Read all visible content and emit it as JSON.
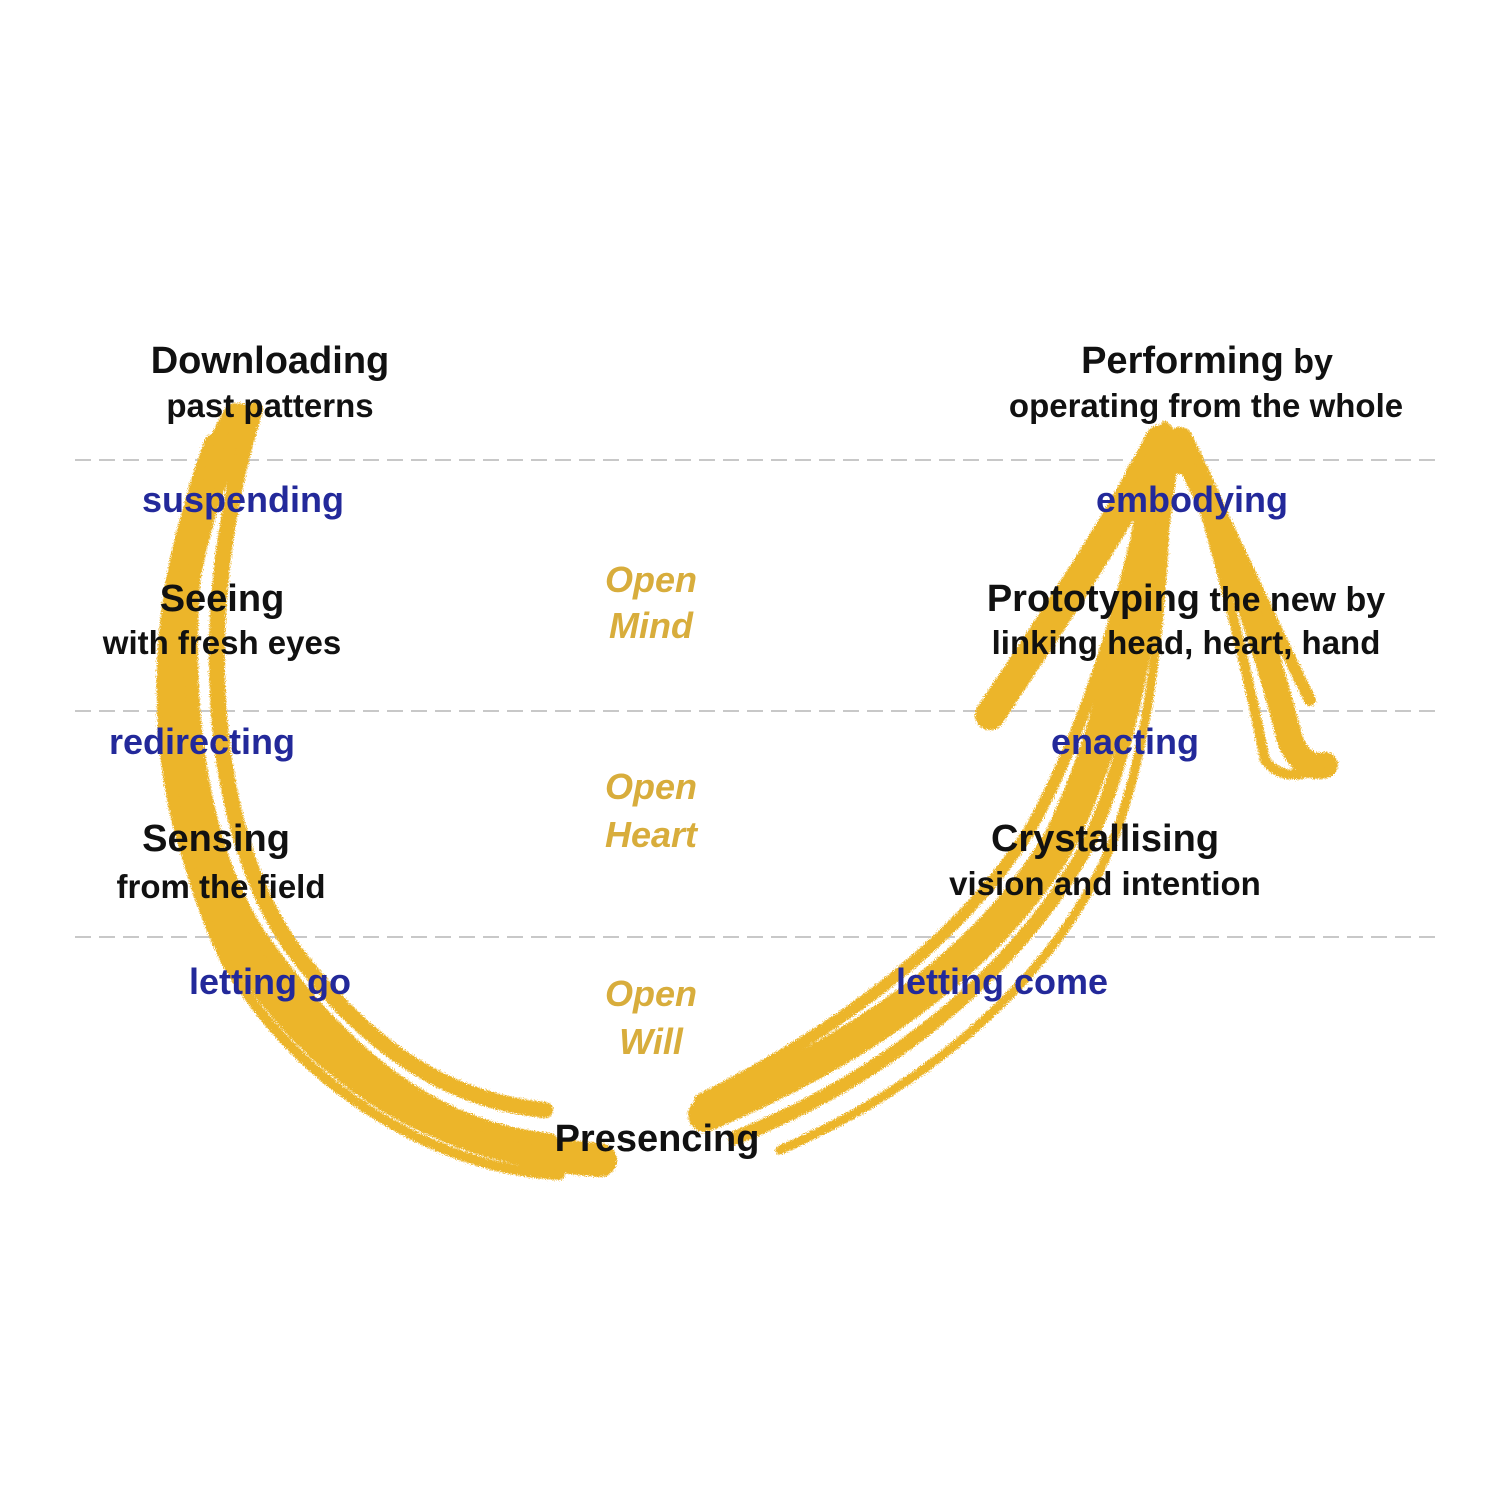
{
  "colors": {
    "arrow": "#ecb52c",
    "stage_text": "#111111",
    "action_text": "#23299a",
    "open_text": "#d8ad3c",
    "divider": "#c8c8c8"
  },
  "left": {
    "downloading": {
      "title": "Downloading",
      "sub": "past patterns"
    },
    "suspending": "suspending",
    "seeing": {
      "title": "Seeing",
      "sub": "with fresh eyes"
    },
    "redirecting": "redirecting",
    "sensing": {
      "title": "Sensing",
      "sub": "from the field"
    },
    "letting_go": "letting go"
  },
  "right": {
    "performing": {
      "title": "Performing",
      "title_suffix": " by",
      "sub": "operating from the whole"
    },
    "embodying": "embodying",
    "prototyping": {
      "title": "Prototyping",
      "title_suffix": " the new by",
      "sub": "linking head, heart, hand"
    },
    "enacting": "enacting",
    "crystallising": {
      "title": "Crystallising",
      "sub": "vision and intention"
    },
    "letting_come": "letting come"
  },
  "center": {
    "open_mind": [
      "Open",
      "Mind"
    ],
    "open_heart": [
      "Open",
      "Heart"
    ],
    "open_will": [
      "Open",
      "Will"
    ]
  },
  "bottom": {
    "presencing": "Presencing"
  }
}
